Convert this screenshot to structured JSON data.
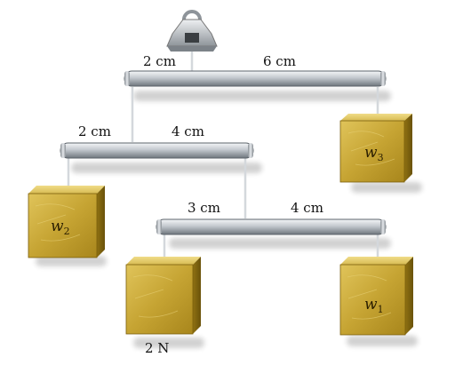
{
  "mobile": {
    "top_rod": {
      "left_length": "2 cm",
      "right_length": "6 cm"
    },
    "middle_rod": {
      "left_length": "2 cm",
      "right_length": "4 cm"
    },
    "bottom_rod": {
      "left_length": "3 cm",
      "right_length": "4 cm"
    },
    "weights": {
      "w3": {
        "symbol": "w",
        "subscript": "3"
      },
      "w2": {
        "symbol": "w",
        "subscript": "2"
      },
      "w1": {
        "symbol": "w",
        "subscript": "1"
      },
      "known": {
        "label": "2 N"
      }
    }
  },
  "colors": {
    "rod": "#c9cdd2",
    "block": "#c9a838",
    "block_dark": "#8a6d12",
    "hanger": "#9aa0a6"
  }
}
